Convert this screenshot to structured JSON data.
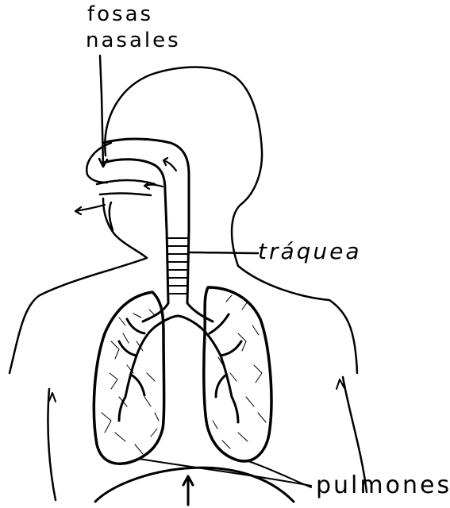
{
  "labels": {
    "fosas_line1": "fosas",
    "fosas_line2": "nasales",
    "traquea": "tráquea",
    "pulmones": "pulmones"
  },
  "colors": {
    "ink": "#000000",
    "paper": "#ffffff"
  }
}
